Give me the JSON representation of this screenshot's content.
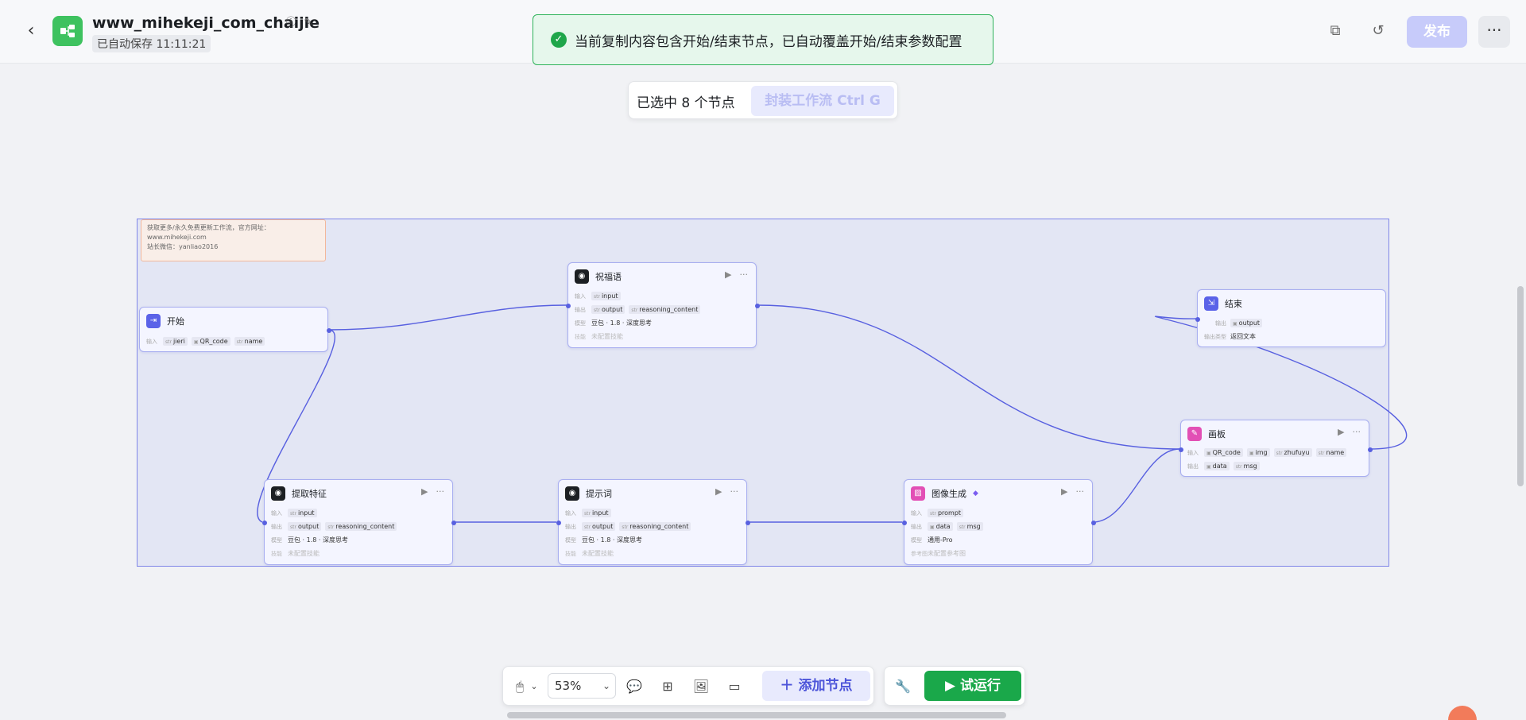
{
  "header": {
    "title": "www_mihekeji_com_chaijie",
    "autosave": "已自动保存 11:11:21",
    "publish_label": "发布"
  },
  "toast": {
    "text": "当前复制内容包含开始/结束节点，已自动覆盖开始/结束参数配置"
  },
  "selection": {
    "count_text": "已选中 8 个节点",
    "wrap_label": "封装工作流 Ctrl G"
  },
  "note": {
    "lines": [
      "获取更多/永久免费更新工作流，官方网址：",
      "www.mihekeji.com",
      "站长微信：yanliao2016"
    ]
  },
  "labels": {
    "input": "输入",
    "output": "输出",
    "model": "模型",
    "skill": "技能",
    "output_type": "输出类型",
    "ref": "参考图",
    "str": "str"
  },
  "nodes": {
    "start": {
      "title": "开始",
      "inputs": [
        "jieri",
        "QR_code",
        "name"
      ]
    },
    "blessing": {
      "title": "祝福语",
      "input": "input",
      "outputs": [
        "output",
        "reasoning_content"
      ],
      "model": "豆包 · 1.8 · 深度思考",
      "skill": "未配置技能"
    },
    "end": {
      "title": "结束",
      "output": "output",
      "output_type": "返回文本"
    },
    "canvas": {
      "title": "画板",
      "inputs": [
        "QR_code",
        "img",
        "zhufuyu",
        "name"
      ],
      "outputs": [
        "data",
        "msg"
      ]
    },
    "extract": {
      "title": "提取特征",
      "input": "input",
      "outputs": [
        "output",
        "reasoning_content"
      ],
      "model": "豆包 · 1.8 · 深度思考",
      "skill": "未配置技能"
    },
    "prompt": {
      "title": "提示词",
      "input": "input",
      "outputs": [
        "output",
        "reasoning_content"
      ],
      "model": "豆包 · 1.8 · 深度思考",
      "skill": "未配置技能"
    },
    "image": {
      "title": "图像生成",
      "input": "prompt",
      "outputs": [
        "data",
        "msg"
      ],
      "model": "通用-Pro",
      "ref": "未配置参考图"
    }
  },
  "toolbar": {
    "zoom": "53%",
    "add_node_label": "添加节点",
    "run_label": "试运行"
  },
  "colors": {
    "accent": "#5860e0",
    "run": "#1aa84a",
    "toast_border": "#2fb35a",
    "logo": "#3ec25f"
  }
}
